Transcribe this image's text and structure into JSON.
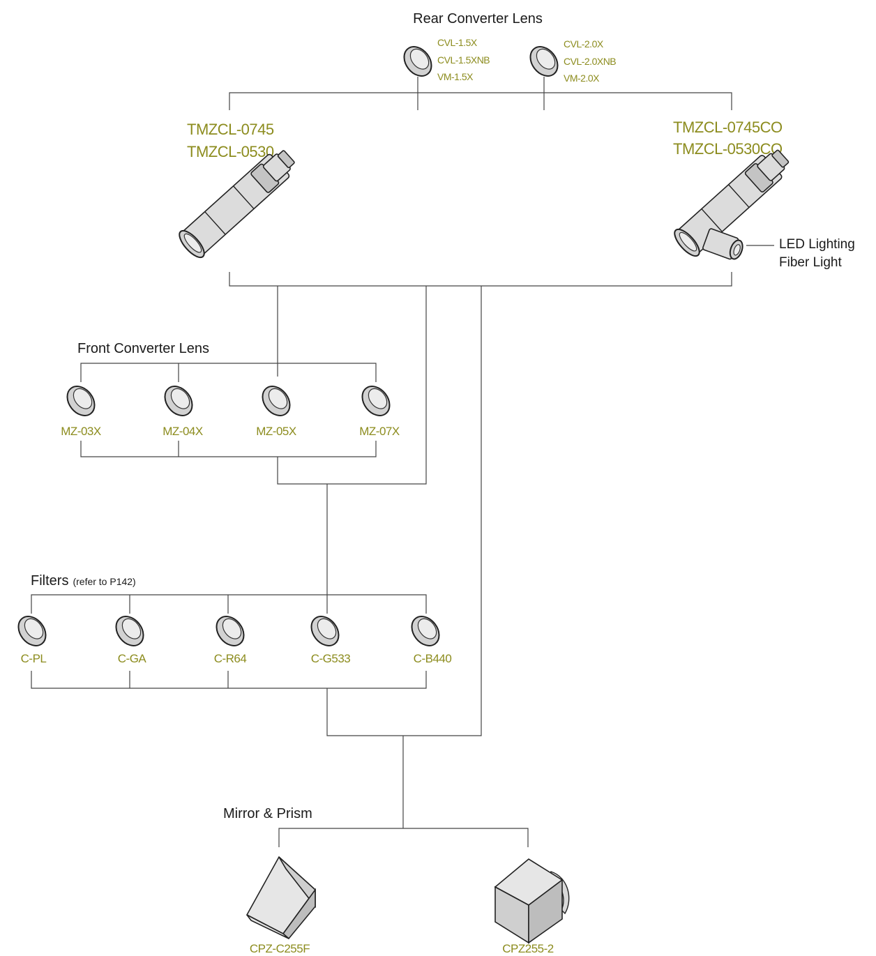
{
  "colors": {
    "olive": "#8c8c1e",
    "line": "#444444",
    "text": "#1a1a1a"
  },
  "rear_converter": {
    "title": "Rear Converter Lens",
    "group1": [
      "CVL-1.5X",
      "CVL-1.5XNB",
      "VM-1.5X"
    ],
    "group2": [
      "CVL-2.0X",
      "CVL-2.0XNB",
      "VM-2.0X"
    ]
  },
  "main_lens_left": {
    "line1": "TMZCL-0745",
    "line2": "TMZCL-0530",
    "icon": "zoom-lens-icon"
  },
  "main_lens_right": {
    "line1": "TMZCL-0745CO",
    "line2": "TMZCL-0530CO",
    "icon": "coaxial-zoom-lens-icon"
  },
  "lighting": {
    "line1": "LED Lighting",
    "line2": "Fiber Light"
  },
  "front_converter": {
    "title": "Front Converter Lens",
    "items": [
      "MZ-03X",
      "MZ-04X",
      "MZ-05X",
      "MZ-07X"
    ]
  },
  "filters": {
    "title": "Filters",
    "note": "(refer to P142)",
    "items": [
      "C-PL",
      "C-GA",
      "C-R64",
      "C-G533",
      "C-B440"
    ]
  },
  "mirror_prism": {
    "title": "Mirror & Prism",
    "items": [
      "CPZ-C255F",
      "CPZ255-2"
    ]
  }
}
